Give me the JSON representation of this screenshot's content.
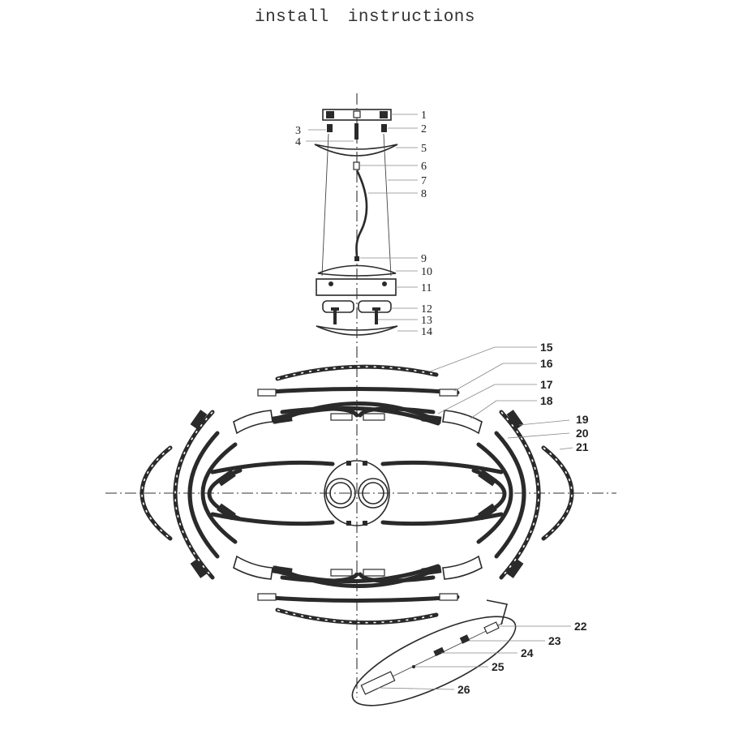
{
  "title": "install   instructions",
  "callouts": [
    "1",
    "2",
    "3",
    "4",
    "5",
    "6",
    "7",
    "8",
    "9",
    "10",
    "11",
    "12",
    "13",
    "14",
    "15",
    "16",
    "17",
    "18",
    "19",
    "20",
    "21",
    "22",
    "23",
    "24",
    "25",
    "26"
  ]
}
